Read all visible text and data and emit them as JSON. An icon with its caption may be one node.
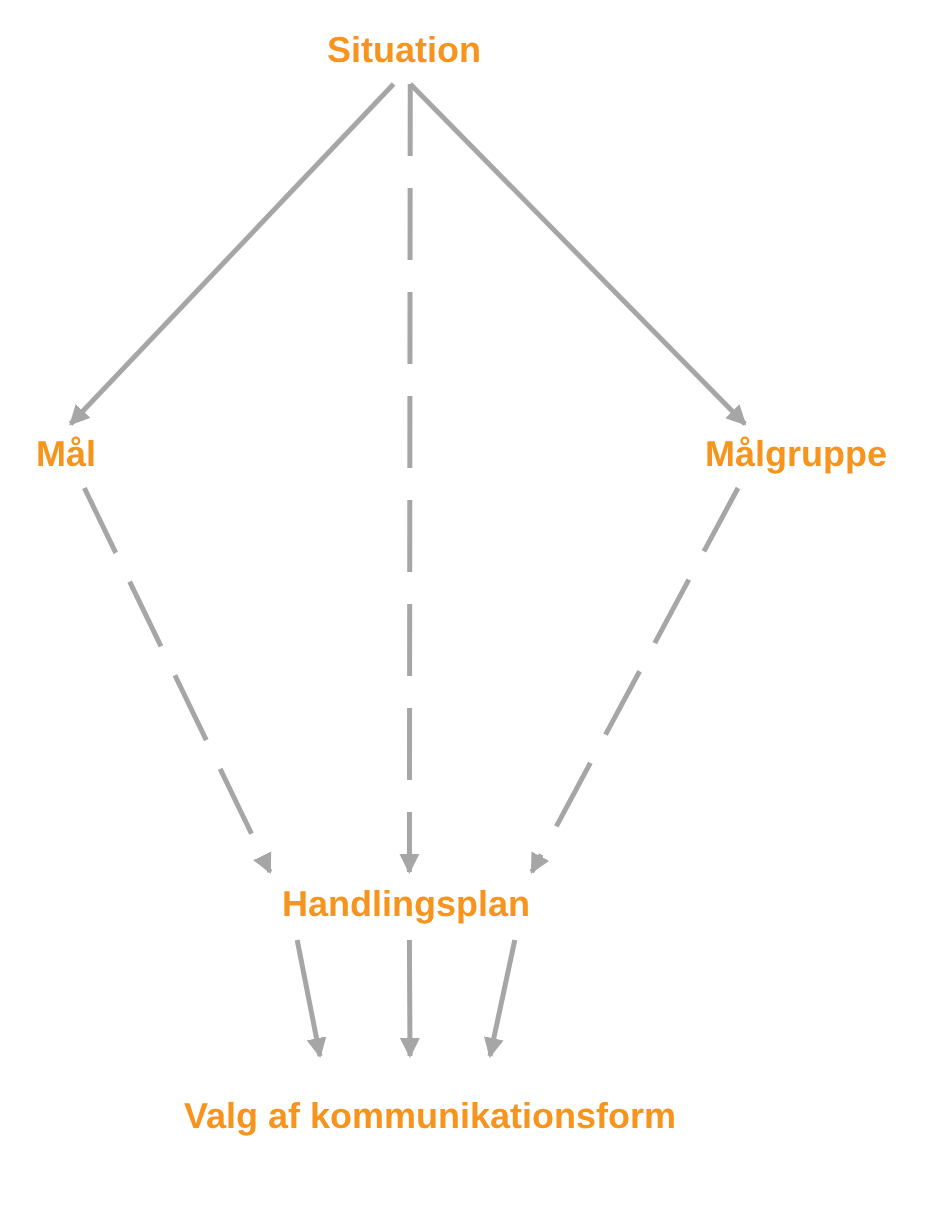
{
  "diagram": {
    "nodes": [
      {
        "text": [
          "Situation"
        ]
      },
      {
        "text": [
          "Mål"
        ]
      },
      {
        "text": [
          "Målgruppe"
        ]
      },
      {
        "text": [
          "Handlingsplan"
        ]
      },
      {
        "text": [
          "Valg af kommunikationsform"
        ]
      }
    ],
    "edges": [
      {
        "from": 0,
        "to": 1,
        "arrow": "to"
      },
      {
        "from": 0,
        "to": 2,
        "arrow": "to"
      },
      {
        "from": 0,
        "to": 3,
        "arrow": "to",
        "style": "dashed"
      },
      {
        "from": 1,
        "to": 3,
        "arrow": "to",
        "style": "dashed"
      },
      {
        "from": 2,
        "to": 3,
        "arrow": "to",
        "style": "dashed"
      },
      {
        "from": 3,
        "to": 4,
        "arrow": "to"
      },
      {
        "from": 3,
        "to": 4,
        "arrow": "to"
      },
      {
        "from": 3,
        "to": 4,
        "arrow": "to"
      }
    ]
  }
}
